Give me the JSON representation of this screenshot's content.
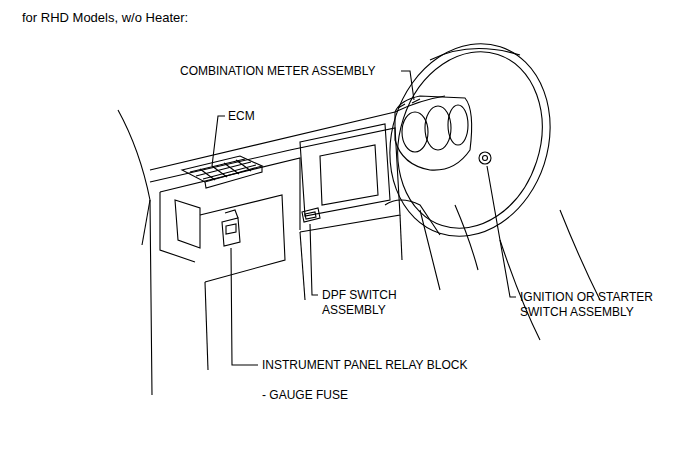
{
  "diagram": {
    "title": "for RHD Models, w/o Heater:",
    "labels": [
      "COMBINATION METER ASSEMBLY",
      "ECM",
      "DPF SWITCH ASSEMBLY",
      "IGNITION OR STARTER SWITCH ASSEMBLY",
      "INSTRUMENT PANEL RELAY BLOCK",
      "- GAUGE FUSE"
    ]
  }
}
